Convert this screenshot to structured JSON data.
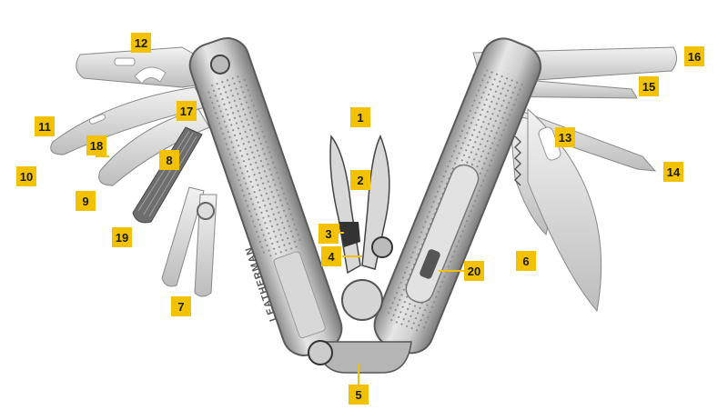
{
  "diagram": {
    "subject_logo": "LEATHERMAN",
    "label_color": "#f2c200",
    "label_text_color": "#1a1a1a",
    "labels": [
      {
        "id": "c1",
        "text": "1"
      },
      {
        "id": "c2",
        "text": "2"
      },
      {
        "id": "c3",
        "text": "3"
      },
      {
        "id": "c4",
        "text": "4"
      },
      {
        "id": "c5",
        "text": "5"
      },
      {
        "id": "c6",
        "text": "6"
      },
      {
        "id": "c7",
        "text": "7"
      },
      {
        "id": "c8",
        "text": "8"
      },
      {
        "id": "c9",
        "text": "9"
      },
      {
        "id": "c10",
        "text": "10"
      },
      {
        "id": "c11",
        "text": "11"
      },
      {
        "id": "c12",
        "text": "12"
      },
      {
        "id": "c13",
        "text": "13"
      },
      {
        "id": "c14",
        "text": "14"
      },
      {
        "id": "c15",
        "text": "15"
      },
      {
        "id": "c16",
        "text": "16"
      },
      {
        "id": "c17",
        "text": "17"
      },
      {
        "id": "c18",
        "text": "18"
      },
      {
        "id": "c19",
        "text": "19"
      },
      {
        "id": "c20",
        "text": "20"
      }
    ]
  }
}
